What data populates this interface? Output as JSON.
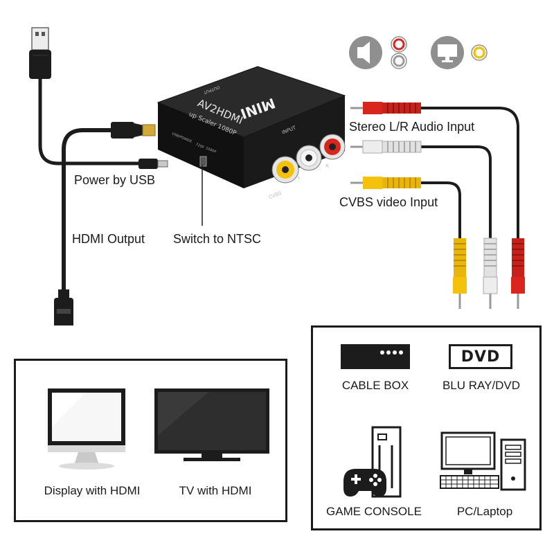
{
  "device": {
    "brand": "MINI",
    "model": "AV2HDMI",
    "subtitle": "up Scaler 1080P",
    "port_output": "OUTPUT",
    "port_input": "INPUT",
    "port_cvbs": "CVBS",
    "port_l": "L",
    "port_r": "R",
    "port_usb": "USB/POWER",
    "switch_720": "720P",
    "switch_1080": "1080P"
  },
  "callouts": {
    "power": "Power by USB",
    "hdmi_output": "HDMI Output",
    "switch": "Switch to NTSC",
    "stereo": "Stereo L/R Audio Input",
    "cvbs": "CVBS video Input"
  },
  "top_icons": [
    "speaker-icon",
    "red-white-jack-icon",
    "monitor-icon",
    "yellow-jack-icon"
  ],
  "outputs_panel": {
    "items": [
      {
        "label": "Display with HDMI",
        "icon": "monitor-icon"
      },
      {
        "label": "TV with HDMI",
        "icon": "tv-icon"
      }
    ]
  },
  "sources_panel": {
    "items": [
      {
        "label": "CABLE BOX",
        "icon": "cable-box-icon"
      },
      {
        "label": "BLU RAY/DVD",
        "icon": "dvd-icon",
        "badge": "DVD"
      },
      {
        "label": "GAME CONSOLE",
        "icon": "game-console-icon"
      },
      {
        "label": "PC/Laptop",
        "icon": "pc-icon"
      }
    ]
  },
  "colors": {
    "cable": "#1c1c1c",
    "rca_red": "#d8261e",
    "rca_white": "#e8e8e8",
    "rca_yellow": "#f4c20d",
    "gold": "#d4a93a",
    "icon_gray": "#8f8f8f"
  }
}
